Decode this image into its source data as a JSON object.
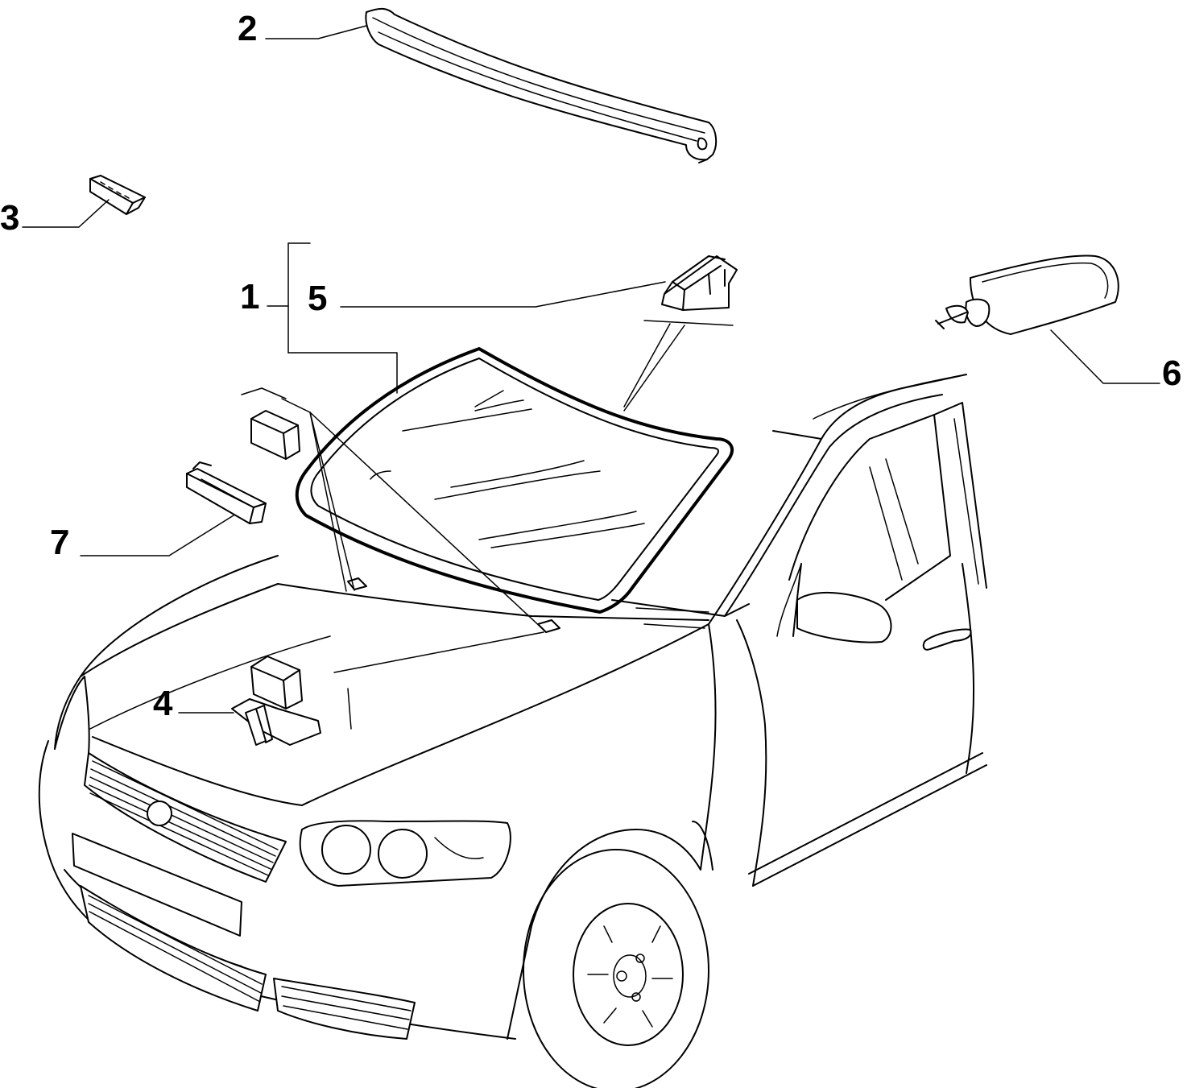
{
  "callouts": {
    "c1": "1",
    "c2": "2",
    "c3": "3",
    "c4": "4",
    "c5": "5",
    "c6": "6",
    "c7": "7"
  },
  "parts": [
    {
      "callout": "1",
      "icon": "windscreen-assembly-icon"
    },
    {
      "callout": "2",
      "icon": "roof-seal-strip-icon"
    },
    {
      "callout": "3",
      "icon": "spacer-block-icon"
    },
    {
      "callout": "4",
      "icon": "mounting-bracket-icon"
    },
    {
      "callout": "5",
      "icon": "locating-pad-icon"
    },
    {
      "callout": "6",
      "icon": "adhesive-cartridge-icon"
    },
    {
      "callout": "7",
      "icon": "channel-profile-icon"
    }
  ]
}
